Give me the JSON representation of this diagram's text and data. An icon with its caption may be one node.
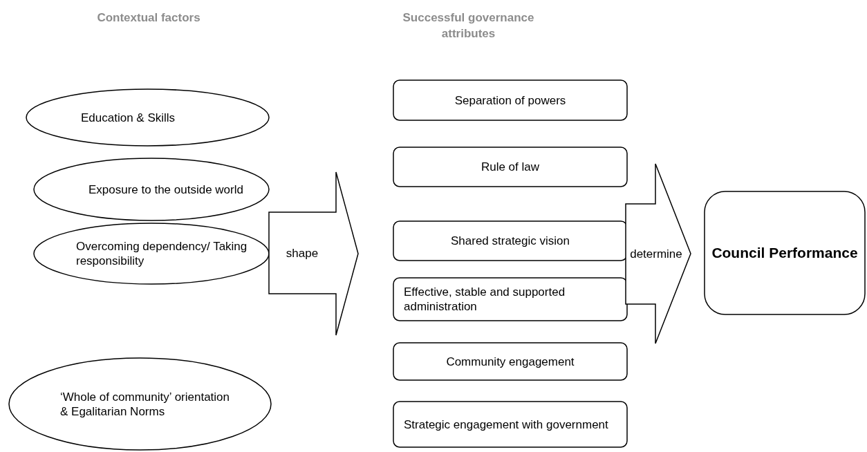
{
  "diagram": {
    "nodes": [
      {
        "text": [
          "Education & Skills"
        ]
      },
      {
        "text": [
          "Exposure to the outside world"
        ]
      },
      {
        "text": [
          "Overcoming dependency/ Taking responsibility"
        ]
      },
      {
        "text": [
          "‘Whole of community’ orientation & Egalitarian Norms"
        ]
      },
      {
        "text": [
          "shape"
        ]
      },
      {
        "text": [
          "Separation of powers"
        ]
      },
      {
        "text": [
          "Rule of law"
        ]
      },
      {
        "text": [
          "Shared strategic vision"
        ]
      },
      {
        "text": [
          "Effective, stable and supported administration"
        ]
      },
      {
        "text": [
          "Community engagement"
        ]
      },
      {
        "text": [
          "Strategic engagement with government"
        ]
      },
      {
        "text": [
          "determine"
        ]
      },
      {
        "text": [
          "Council Performance"
        ]
      }
    ],
    "labels": [
      "Contextual factors",
      "Successful governance attributes"
    ]
  }
}
